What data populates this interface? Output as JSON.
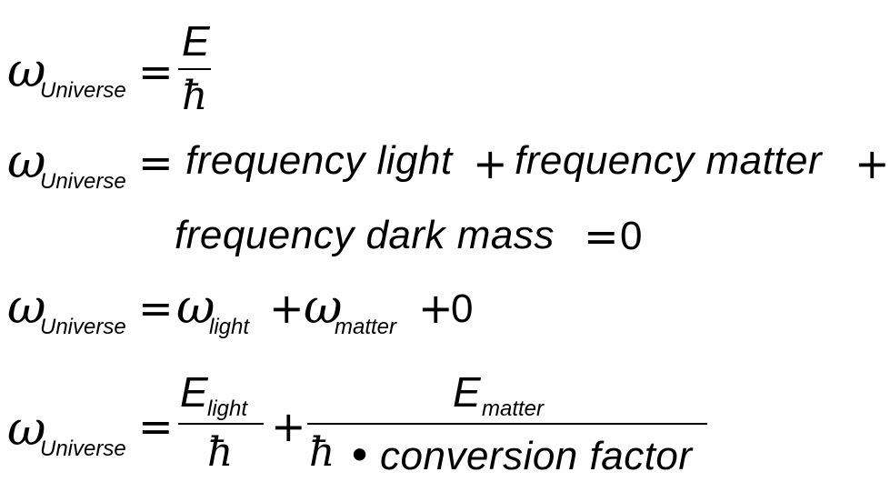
{
  "symbols": {
    "omega": "ω",
    "equals": "=",
    "plus": "+",
    "hbar": "ħ",
    "bullet": "•",
    "energy": "E"
  },
  "subscripts": {
    "universe": "Universe",
    "light": "light",
    "matter": "matter"
  },
  "line2": {
    "term1": "frequency light",
    "term2": "frequency matter",
    "term3": "frequency dark mass",
    "result": "0"
  },
  "line3": {
    "constant": "0"
  },
  "line4": {
    "conversion": "conversion factor"
  }
}
